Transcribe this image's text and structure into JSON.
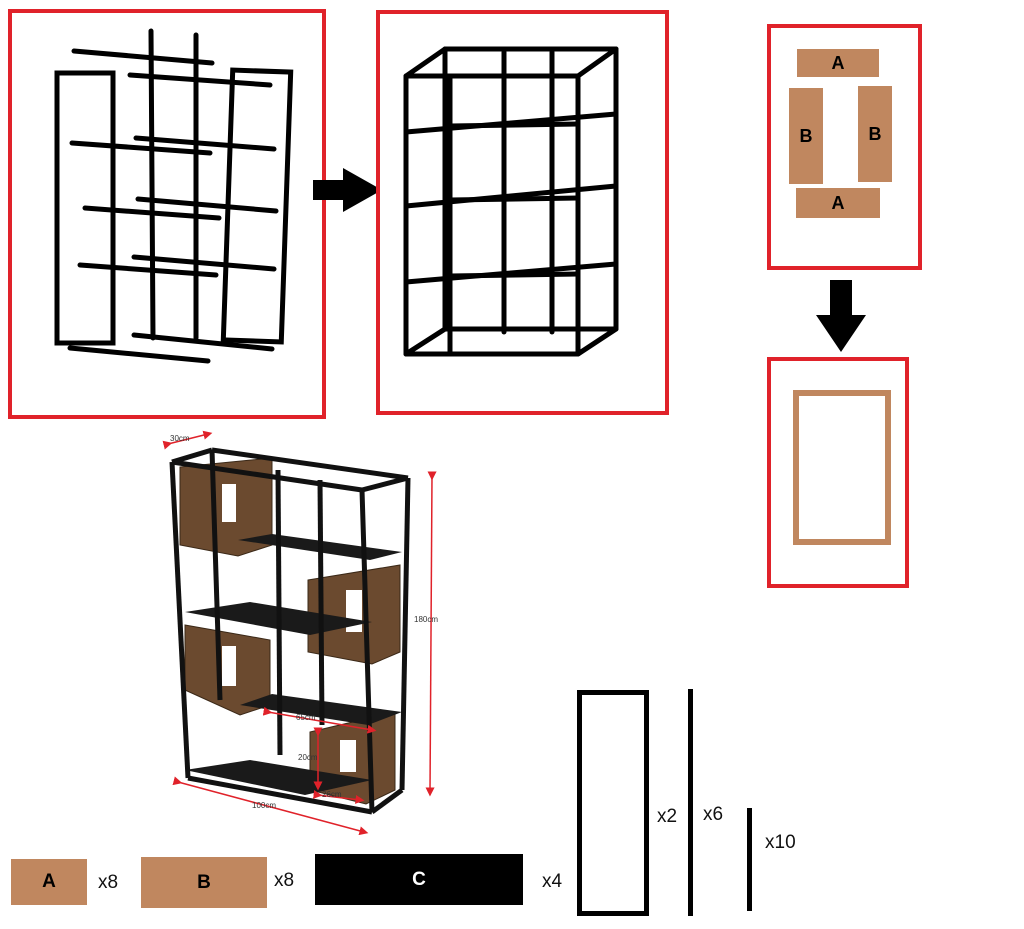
{
  "colors": {
    "frame_red": "#e0222a",
    "wood": "#c0875f",
    "steel": "#000000",
    "shelf_wood_dark": "#6b4a2f"
  },
  "icons": {
    "arrow_right": "arrow-right-icon",
    "arrow_down": "arrow-down-icon"
  },
  "square_panel": {
    "piece_a": "A",
    "piece_b": "B"
  },
  "dimensions": {
    "depth": "30cm",
    "height": "180cm",
    "shelf_width": "65cm",
    "box_height": "20cm",
    "box_width": "26cm",
    "total_width": "100cm"
  },
  "parts": {
    "a": {
      "label": "A",
      "qty": "x8"
    },
    "b": {
      "label": "B",
      "qty": "x8"
    },
    "c": {
      "label": "C",
      "qty": "x4"
    },
    "side_frame_qty": "x2",
    "long_bar_qty": "x6",
    "short_bar_qty": "x10"
  }
}
